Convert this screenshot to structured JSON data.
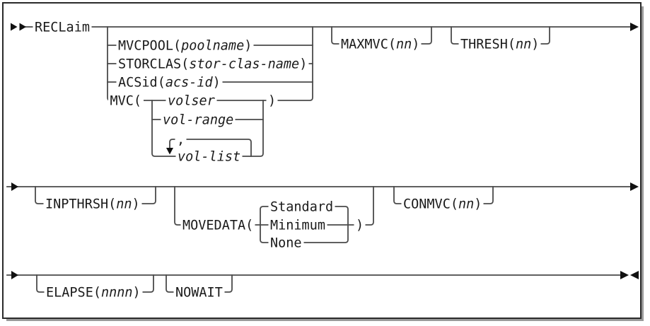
{
  "diagram": {
    "kind": "railroad-syntax-diagram",
    "command": "RECLaim",
    "colors": {
      "background": "#ffffff",
      "rail": "#4a4a4a",
      "text": "#1a1a1a",
      "border": "#2a2a2a",
      "shadow": "#9a9a9a"
    },
    "labels": {
      "reclaim": {
        "kw": "RECLaim"
      },
      "mvcpool": {
        "kw": "MVCPOOL(",
        "arg": "poolname",
        "close": ")"
      },
      "storclas": {
        "kw": "STORCLAS(",
        "arg": "stor-clas-name",
        "close": ")"
      },
      "acsid": {
        "kw": "ACSid(",
        "arg": "acs-id",
        "close": ")"
      },
      "mvc_open": {
        "kw": "MVC("
      },
      "volser": {
        "arg": "volser"
      },
      "vol_range": {
        "arg": "vol-range"
      },
      "separator": {
        "kw": ","
      },
      "vol_list": {
        "arg": "vol-list"
      },
      "mvc_close": {
        "kw": ")"
      },
      "maxmvc": {
        "kw": "MAXMVC(",
        "arg": "nn",
        "close": ")"
      },
      "thresh": {
        "kw": "THRESH(",
        "arg": "nn",
        "close": ")"
      },
      "inpthrsh": {
        "kw": "INPTHRSH(",
        "arg": "nn",
        "close": ")"
      },
      "movedata_open": {
        "kw": "MOVEDATA("
      },
      "standard": {
        "kw": "Standard"
      },
      "minimum": {
        "kw": "Minimum"
      },
      "none": {
        "kw": "None"
      },
      "movedata_close": {
        "kw": ")"
      },
      "conmvc": {
        "kw": "CONMVC(",
        "arg": "nn",
        "close": ")"
      },
      "elapse": {
        "kw": "ELAPSE(",
        "arg": "nnnn",
        "close": ")"
      },
      "nowait": {
        "kw": "NOWAIT"
      }
    }
  }
}
